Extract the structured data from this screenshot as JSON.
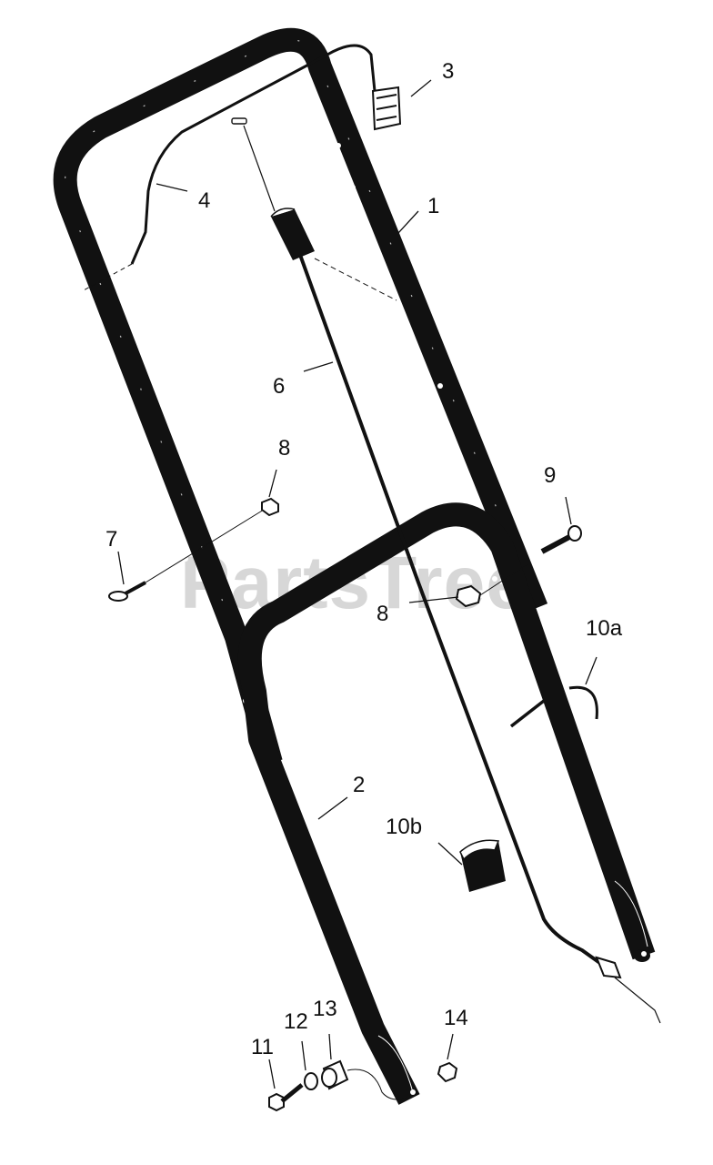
{
  "watermark": "PartsTree",
  "callouts": {
    "c1": "1",
    "c2": "2",
    "c3": "3",
    "c4": "4",
    "c6": "6",
    "c7": "7",
    "c8a": "8",
    "c8b": "8",
    "c9": "9",
    "c10a": "10a",
    "c10b": "10b",
    "c11": "11",
    "c12": "12",
    "c13": "13",
    "c14": "14"
  },
  "colors": {
    "ink": "#111111",
    "watermark": "#d7d7d7",
    "background": "#ffffff"
  }
}
